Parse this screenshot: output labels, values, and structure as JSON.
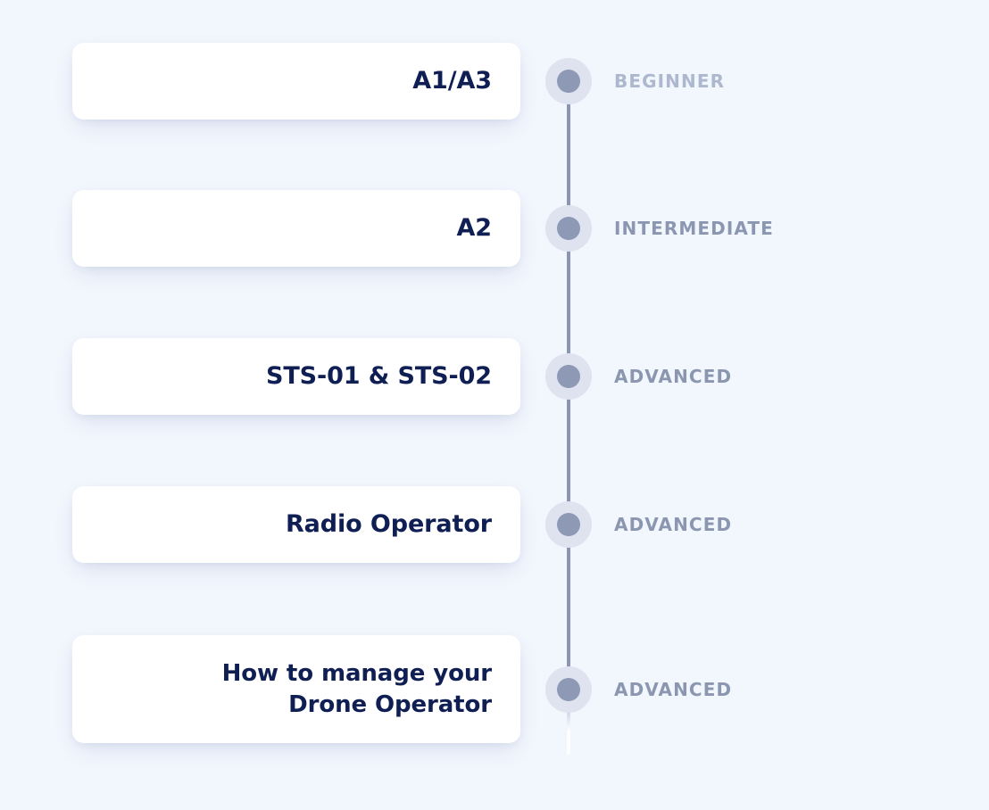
{
  "theme": {
    "background": "#f2f6fd",
    "card_background": "#ffffff",
    "card_title_color": "#101f53",
    "rail_color": "#8b96b4",
    "marker_dot_color": "#8e99b5",
    "marker_halo_color": "#dfe3ef",
    "stage_label_color": "#8b96b0",
    "stage_label_muted_color": "#adb8cf"
  },
  "timeline": {
    "items": [
      {
        "title": "A1/A3",
        "stage": "BEGINNER",
        "marker": "timeline-dot-icon",
        "muted_label": true
      },
      {
        "title": "A2",
        "stage": "INTERMEDIATE",
        "marker": "timeline-dot-icon",
        "muted_label": false
      },
      {
        "title": "STS-01 & STS-02",
        "stage": "ADVANCED",
        "marker": "timeline-dot-icon",
        "muted_label": false
      },
      {
        "title": "Radio Operator",
        "stage": "ADVANCED",
        "marker": "timeline-dot-icon",
        "muted_label": false
      },
      {
        "title": "How to manage your Drone Operator",
        "stage": "ADVANCED",
        "marker": "timeline-dot-icon",
        "muted_label": false
      }
    ]
  }
}
